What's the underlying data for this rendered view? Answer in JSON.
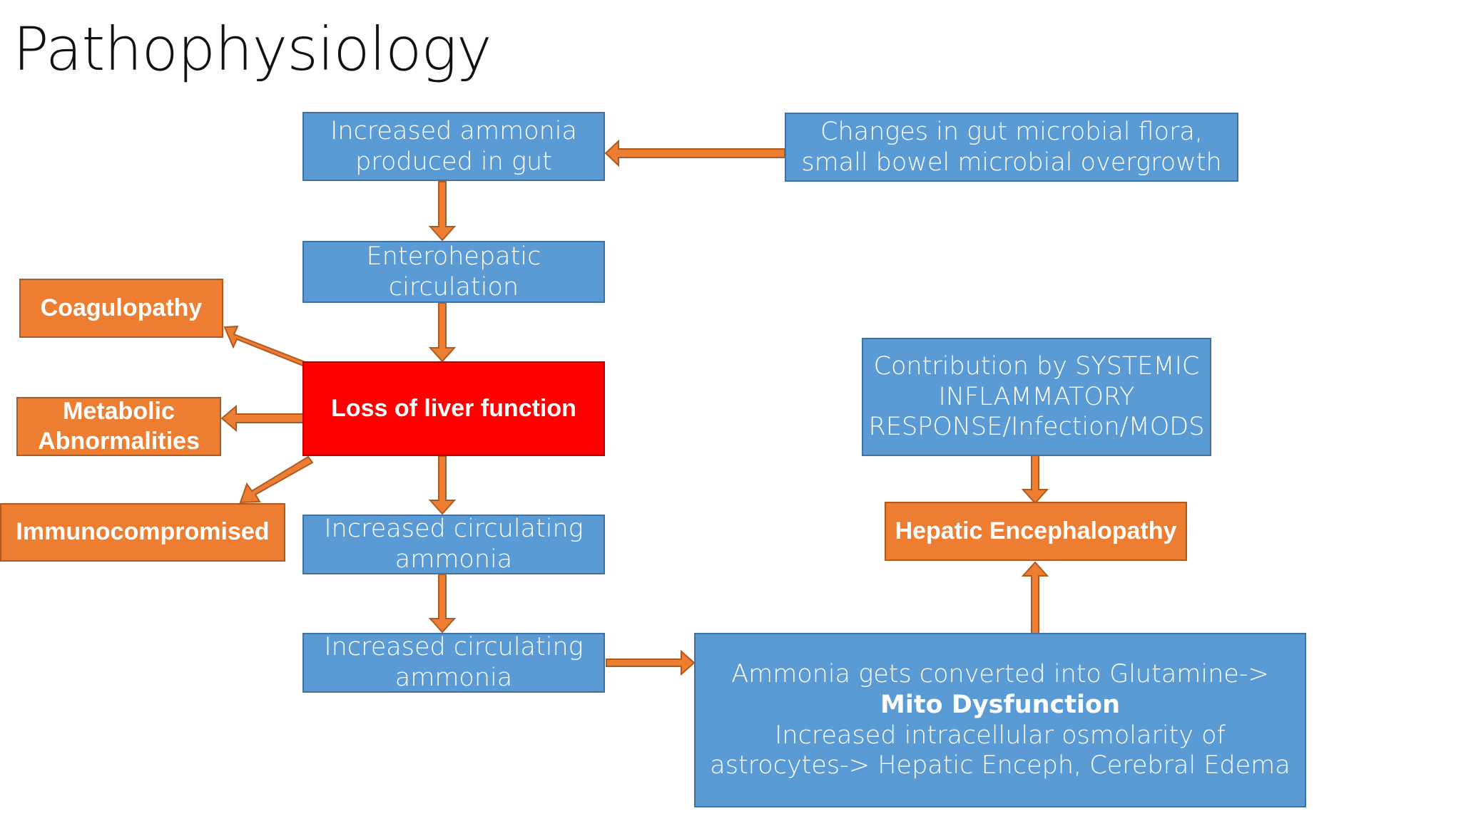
{
  "slide": {
    "title": "Pathophysiology"
  },
  "boxes": {
    "ammonia_gut": "Increased ammonia produced in gut",
    "gut_flora": "Changes in gut microbial flora, small bowel microbial overgrowth",
    "enterohepatic": "Enterohepatic circulation",
    "loss_liver": "Loss of liver function",
    "coagulopathy": "Coagulopathy",
    "metabolic": "Metabolic Abnormalities",
    "immuno": "Immunocompromised",
    "circ_ammonia_1": "Increased circulating ammonia",
    "circ_ammonia_2": "Increased circulating ammonia",
    "systemic": "Contribution by SYSTEMIC INFLAMMATORY RESPONSE/Infection/MODS",
    "he": "Hepatic Encephalopathy",
    "mechanism": {
      "line1_pre": "Ammonia gets converted into Glutamine->",
      "line1_bold": "Mito Dysfunction",
      "line2": "Increased intracellular osmolarity of astrocytes-> Hepatic Enceph, Cerebral Edema"
    }
  },
  "colors": {
    "blue": "#5B9BD5",
    "blue_border": "#41719C",
    "orange": "#ED7D31",
    "orange_border": "#AE5A21",
    "red": "#FF0000"
  }
}
